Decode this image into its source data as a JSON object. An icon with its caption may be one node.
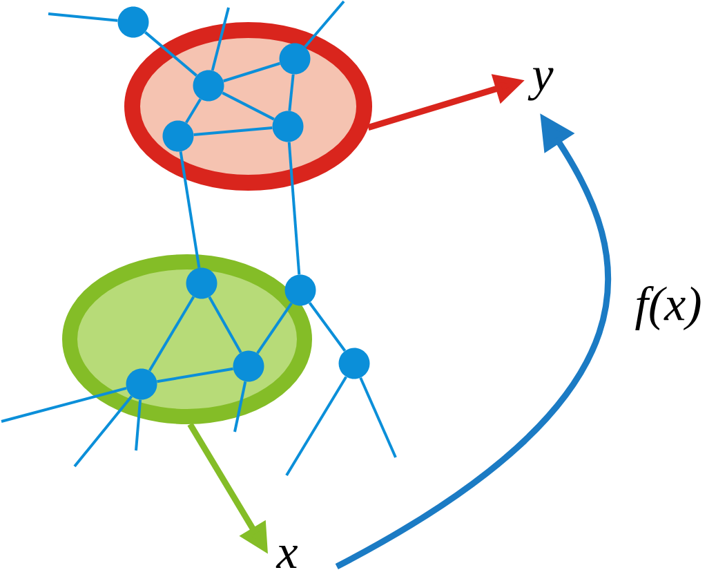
{
  "diagram": {
    "nodes": [
      {
        "text": [],
        "shape": "ellipse"
      },
      {
        "text": [],
        "shape": "circle"
      },
      {
        "text": [],
        "shape": "circle",
        "in": 0
      },
      {
        "text": [],
        "shape": "circle",
        "in": 0
      },
      {
        "text": [],
        "shape": "circle",
        "in": 0
      },
      {
        "text": [],
        "shape": "circle",
        "in": 0
      },
      {
        "text": [
          "y"
        ]
      },
      {
        "text": [],
        "shape": "ellipse"
      },
      {
        "text": [],
        "shape": "circle",
        "in": 7
      },
      {
        "text": [],
        "shape": "circle"
      },
      {
        "text": [],
        "shape": "circle",
        "in": 7
      },
      {
        "text": [],
        "shape": "circle",
        "in": 7
      },
      {
        "text": [],
        "shape": "circle"
      },
      {
        "text": [
          "x"
        ]
      }
    ],
    "edges": [
      {
        "from": 1,
        "to": null,
        "arrow": "none"
      },
      {
        "from": 1,
        "to": 2,
        "arrow": "none"
      },
      {
        "from": 2,
        "to": null,
        "arrow": "none"
      },
      {
        "from": 3,
        "to": null,
        "arrow": "none"
      },
      {
        "from": 2,
        "to": 3,
        "arrow": "none"
      },
      {
        "from": 2,
        "to": 4,
        "arrow": "none"
      },
      {
        "from": 2,
        "to": 5,
        "arrow": "none"
      },
      {
        "from": 3,
        "to": 5,
        "arrow": "none"
      },
      {
        "from": 4,
        "to": 5,
        "arrow": "none"
      },
      {
        "from": 0,
        "to": 6,
        "arrow": "to",
        "style": "thick",
        "color": "#d9251d"
      },
      {
        "from": 4,
        "to": 8,
        "arrow": "none"
      },
      {
        "from": 5,
        "to": 9,
        "arrow": "none"
      },
      {
        "from": 8,
        "to": 11,
        "arrow": "none"
      },
      {
        "from": 8,
        "to": 10,
        "arrow": "none"
      },
      {
        "from": 9,
        "to": 10,
        "arrow": "none"
      },
      {
        "from": 9,
        "to": 12,
        "arrow": "none"
      },
      {
        "from": 11,
        "to": 10,
        "arrow": "none"
      },
      {
        "from": 11,
        "to": null,
        "arrow": "none"
      },
      {
        "from": 11,
        "to": null,
        "arrow": "none"
      },
      {
        "from": 11,
        "to": null,
        "arrow": "none"
      },
      {
        "from": 10,
        "to": null,
        "arrow": "none"
      },
      {
        "from": 12,
        "to": null,
        "arrow": "none"
      },
      {
        "from": 12,
        "to": null,
        "arrow": "none"
      },
      {
        "from": 7,
        "to": 13,
        "arrow": "to",
        "style": "thick",
        "color": "#84bd27"
      },
      {
        "from": 13,
        "to": 6,
        "arrow": "to",
        "style": "thick",
        "color": "#1b7bc4",
        "label": "f(x)"
      }
    ]
  }
}
